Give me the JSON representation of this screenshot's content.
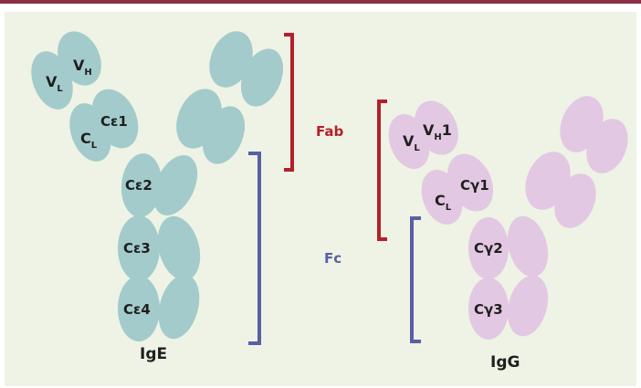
{
  "colors": {
    "top_bar": "#8c2f45",
    "background": "#eef3e5",
    "ige_domain": "#a3cbcb",
    "igg_domain": "#e2c8e2",
    "fab_bracket": "#b3202a",
    "fc_bracket": "#5a5fa3"
  },
  "ige": {
    "title": "IgE",
    "vl": "V",
    "vl_sub": "L",
    "vh": "V",
    "vh_sub": "H",
    "cl": "C",
    "cl_sub": "L",
    "ce1": "Cε1",
    "ce2": "Cε2",
    "ce3": "Cε3",
    "ce4": "Cε4"
  },
  "igg": {
    "title": "IgG",
    "vl": "V",
    "vl_sub": "L",
    "vh": "V",
    "vh_sub": "H",
    "vh_suffix": "1",
    "cl": "C",
    "cl_sub": "L",
    "cg1": "Cγ1",
    "cg2": "Cγ2",
    "cg3": "Cγ3"
  },
  "brackets": {
    "fab": "Fab",
    "fc": "Fc"
  }
}
